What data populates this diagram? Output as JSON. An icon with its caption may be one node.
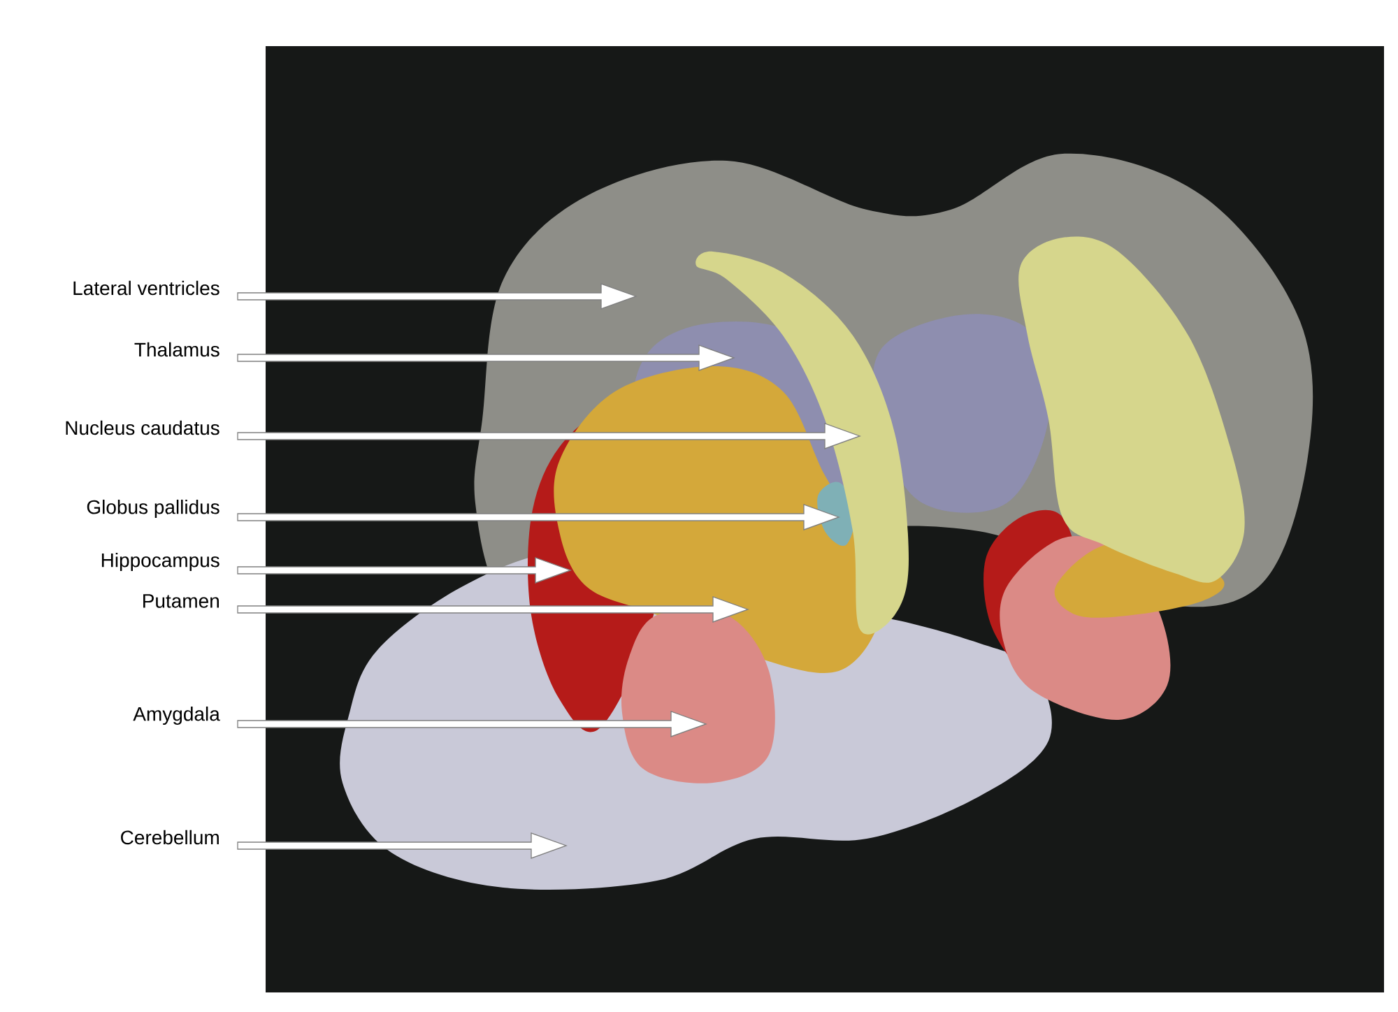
{
  "diagram": {
    "nodes": [
      {
        "text": [
          "Lateral ventricles"
        ]
      },
      {
        "text": [
          "Thalamus"
        ]
      },
      {
        "text": [
          "Nucleus caudatus"
        ]
      },
      {
        "text": [
          "Globus pallidus"
        ]
      },
      {
        "text": [
          "Hippocampus"
        ]
      },
      {
        "text": [
          "Putamen"
        ]
      },
      {
        "text": [
          "Amygdala"
        ]
      },
      {
        "text": [
          "Cerebellum"
        ]
      }
    ],
    "edges": [
      {
        "from": 0,
        "to": null,
        "arrow": "to"
      },
      {
        "from": 1,
        "to": null,
        "arrow": "to"
      },
      {
        "from": 2,
        "to": null,
        "arrow": "to"
      },
      {
        "from": 3,
        "to": null,
        "arrow": "to"
      },
      {
        "from": 4,
        "to": null,
        "arrow": "to"
      },
      {
        "from": 5,
        "to": null,
        "arrow": "to"
      },
      {
        "from": 6,
        "to": null,
        "arrow": "to"
      },
      {
        "from": 7,
        "to": null,
        "arrow": "to"
      }
    ]
  }
}
